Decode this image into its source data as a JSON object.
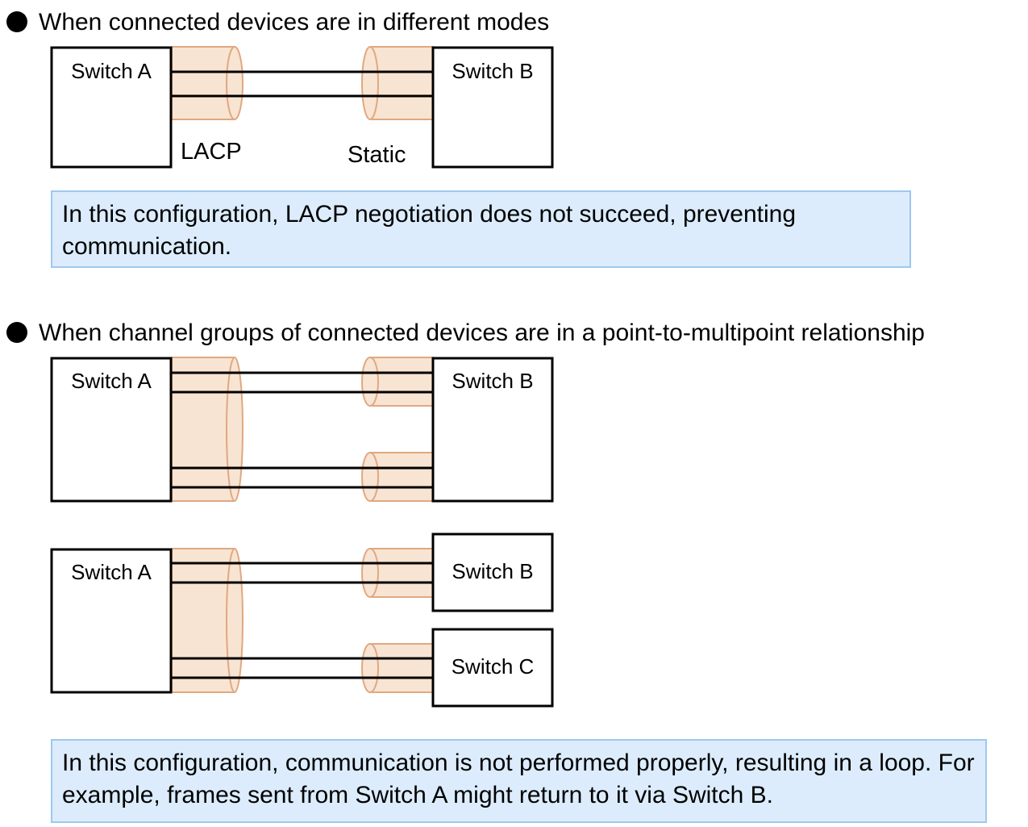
{
  "section1": {
    "heading": "When connected devices are in different modes",
    "switch_a": "Switch A",
    "switch_b": "Switch B",
    "label_left": "LACP",
    "label_right": "Static",
    "note": "In this configuration, LACP negotiation does not succeed, preventing communication."
  },
  "section2": {
    "heading": "When channel groups of connected devices are in a point-to-multipoint relationship",
    "diagram1": {
      "switch_a": "Switch A",
      "switch_b": "Switch B"
    },
    "diagram2": {
      "switch_a": "Switch A",
      "switch_b": "Switch B",
      "switch_c": "Switch C"
    },
    "note": "In this configuration, communication is not performed properly, resulting in a loop. For example, frames sent from Switch A might return to it via Switch B."
  },
  "colors": {
    "channel_fill": "#f8e4d2",
    "channel_stroke": "#e0a880",
    "note_fill": "#dcecfc",
    "note_border": "#9ec8ee"
  }
}
